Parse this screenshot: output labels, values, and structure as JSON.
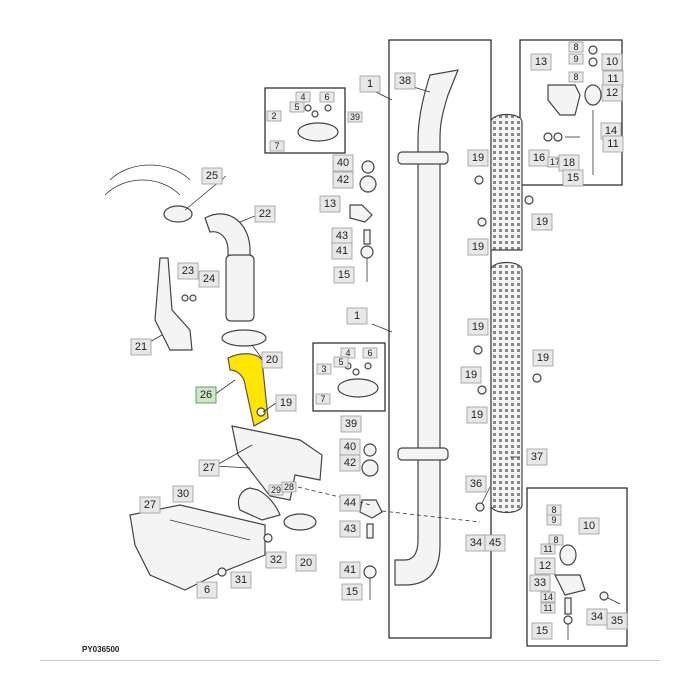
{
  "diagram_code": "PY036500",
  "highlight_color": "#ffe600",
  "labels": [
    {
      "text": "1"
    },
    {
      "text": "38"
    },
    {
      "text": "39"
    },
    {
      "text": "4"
    },
    {
      "text": "5"
    },
    {
      "text": "6"
    },
    {
      "text": "2"
    },
    {
      "text": "7"
    },
    {
      "text": "40"
    },
    {
      "text": "42"
    },
    {
      "text": "13"
    },
    {
      "text": "43"
    },
    {
      "text": "41"
    },
    {
      "text": "15"
    },
    {
      "text": "25"
    },
    {
      "text": "22"
    },
    {
      "text": "23"
    },
    {
      "text": "24"
    },
    {
      "text": "21"
    },
    {
      "text": "20"
    },
    {
      "text": "26"
    },
    {
      "text": "19"
    },
    {
      "text": "27"
    },
    {
      "text": "29"
    },
    {
      "text": "28"
    },
    {
      "text": "27"
    },
    {
      "text": "30"
    },
    {
      "text": "32"
    },
    {
      "text": "20"
    },
    {
      "text": "6"
    },
    {
      "text": "31"
    },
    {
      "text": "1"
    },
    {
      "text": "4"
    },
    {
      "text": "5"
    },
    {
      "text": "6"
    },
    {
      "text": "3"
    },
    {
      "text": "7"
    },
    {
      "text": "39"
    },
    {
      "text": "40"
    },
    {
      "text": "42"
    },
    {
      "text": "44"
    },
    {
      "text": "43"
    },
    {
      "text": "41"
    },
    {
      "text": "15"
    },
    {
      "text": "19"
    },
    {
      "text": "19"
    },
    {
      "text": "19"
    },
    {
      "text": "19"
    },
    {
      "text": "19"
    },
    {
      "text": "19"
    },
    {
      "text": "19"
    },
    {
      "text": "37"
    },
    {
      "text": "36"
    },
    {
      "text": "34"
    },
    {
      "text": "45"
    },
    {
      "text": "13"
    },
    {
      "text": "8"
    },
    {
      "text": "9"
    },
    {
      "text": "10"
    },
    {
      "text": "8"
    },
    {
      "text": "11"
    },
    {
      "text": "12"
    },
    {
      "text": "14"
    },
    {
      "text": "16"
    },
    {
      "text": "17"
    },
    {
      "text": "18"
    },
    {
      "text": "11"
    },
    {
      "text": "15"
    },
    {
      "text": "8"
    },
    {
      "text": "9"
    },
    {
      "text": "10"
    },
    {
      "text": "8"
    },
    {
      "text": "11"
    },
    {
      "text": "12"
    },
    {
      "text": "33"
    },
    {
      "text": "14"
    },
    {
      "text": "11"
    },
    {
      "text": "34"
    },
    {
      "text": "35"
    },
    {
      "text": "15"
    }
  ]
}
